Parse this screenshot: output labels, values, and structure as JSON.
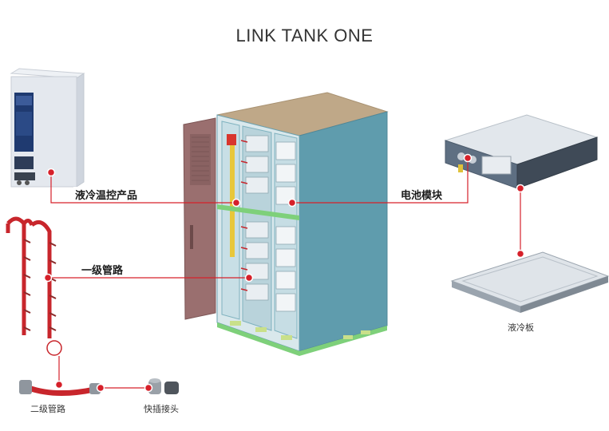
{
  "title": "LINK TANK ONE",
  "labels": {
    "thermal_product": "液冷温控产品",
    "primary_pipe": "一级管路",
    "battery_module": "电池模块",
    "cold_plate": "液冷板",
    "secondary_pipe": "二级管路",
    "quick_connector": "快插接头"
  },
  "colors": {
    "leader_line": "#d6202a",
    "cabinet_body": "#5f9cad",
    "cabinet_top": "#bfa888",
    "door": "#9a6f6f",
    "pipe": "#c8262c"
  }
}
